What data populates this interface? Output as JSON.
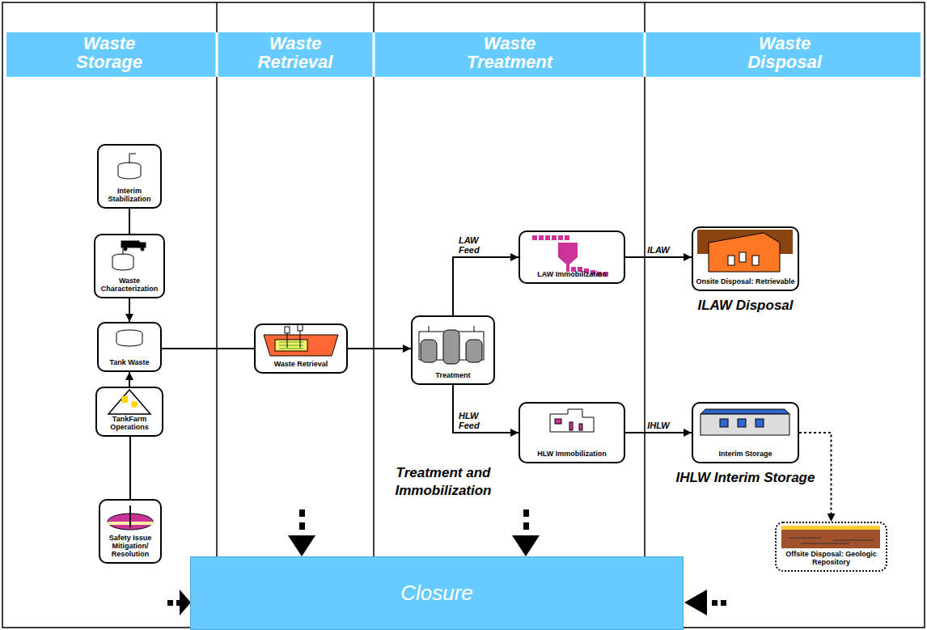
{
  "diagram": {
    "nodes": [
      {
        "text": [
          "Interim Stabilization"
        ]
      },
      {
        "text": [
          "Waste Characterization"
        ]
      },
      {
        "text": [
          "Tank Waste"
        ]
      },
      {
        "text": [
          "TankFarm Operations"
        ]
      },
      {
        "text": [
          "Safety Issue Mitigation/ Resolution"
        ]
      },
      {
        "text": [
          "Waste Retrieval"
        ]
      },
      {
        "text": [
          "Treatment"
        ]
      },
      {
        "text": [
          "LAW Immobilization"
        ]
      },
      {
        "text": [
          "HLW Immobilization"
        ]
      },
      {
        "text": [
          "Onsite Disposal: Retrievable",
          "ILAW Disposal"
        ]
      },
      {
        "text": [
          "Interim Storage",
          "IHLW Interim Storage"
        ]
      },
      {
        "text": [
          "Offsite Disposal: Geologic Repository"
        ]
      },
      {
        "text": [
          "Closure"
        ]
      }
    ],
    "edges": [
      {
        "from": 0,
        "to": 1,
        "arrow": "none"
      },
      {
        "from": 1,
        "to": 2,
        "arrow": "to"
      },
      {
        "from": 3,
        "to": 2,
        "arrow": "to"
      },
      {
        "from": 4,
        "to": 3,
        "arrow": "none"
      },
      {
        "from": 2,
        "to": 5,
        "arrow": "none"
      },
      {
        "from": 5,
        "to": 6,
        "arrow": "to"
      },
      {
        "from": 6,
        "to": 7,
        "label": "LAW Feed",
        "arrow": "to"
      },
      {
        "from": 6,
        "to": 8,
        "label": "HLW Feed",
        "arrow": "to"
      },
      {
        "from": 7,
        "to": 9,
        "label": "ILAW",
        "arrow": "to"
      },
      {
        "from": 8,
        "to": 10,
        "label": "IHLW",
        "arrow": "to"
      },
      {
        "from": 10,
        "to": 11,
        "arrow": "to"
      }
    ],
    "labels": [
      "Waste Storage",
      "Waste Retrieval",
      "Waste Treatment",
      "Waste Disposal",
      "Treatment and Immobilization"
    ]
  }
}
